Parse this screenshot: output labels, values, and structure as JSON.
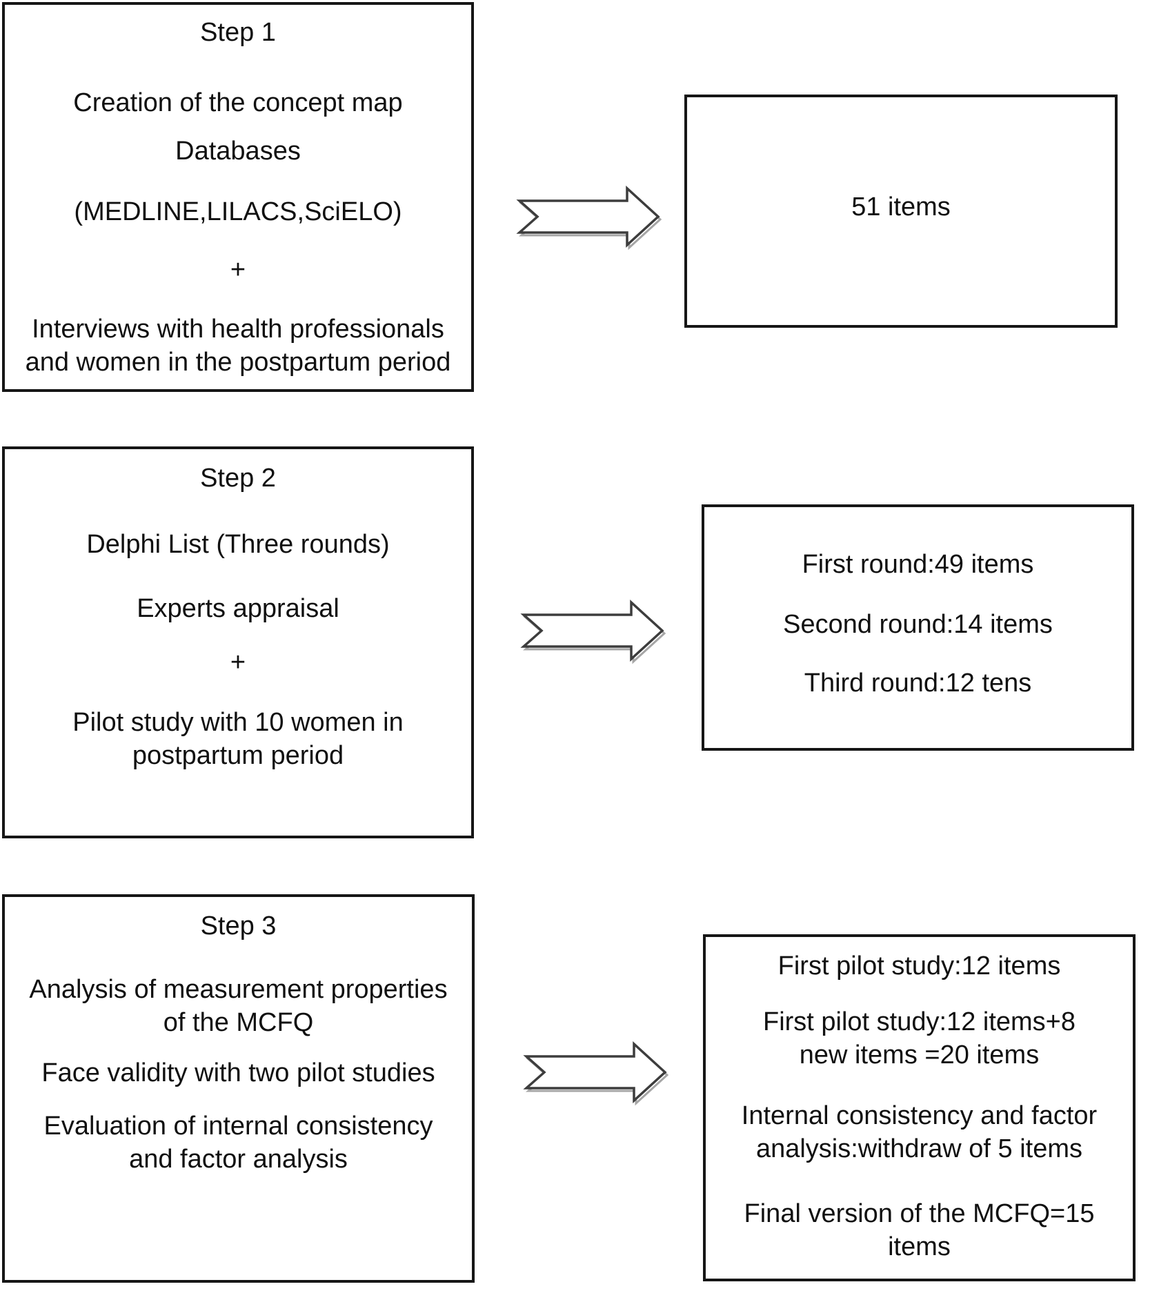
{
  "figure": {
    "background_color": "#ffffff",
    "box_border_color": "#161616",
    "text_color": "#101010",
    "arrow_icon": {
      "shape": "notched-right-arrow",
      "stroke_color": "#3d3d3d",
      "shadow_color": "#a6a6a6",
      "fill_color": "#ffffff"
    },
    "rows": [
      {
        "left": {
          "title": "Step 1",
          "paragraphs": [
            [
              "Creation of the concept map"
            ],
            [
              "Databases"
            ],
            [
              "(MEDLINE,LILACS,SciELO)"
            ],
            [
              "+"
            ],
            [
              "Interviews with health professionals",
              "and women in the postpartum period"
            ]
          ]
        },
        "right": {
          "paragraphs": [
            [
              "51 items"
            ]
          ]
        }
      },
      {
        "left": {
          "title": "Step 2",
          "paragraphs": [
            [
              "Delphi List (Three rounds)"
            ],
            [
              "Experts appraisal"
            ],
            [
              "+"
            ],
            [
              "Pilot study with 10 women in",
              "postpartum period"
            ]
          ]
        },
        "right": {
          "paragraphs": [
            [
              "First round:49 items"
            ],
            [
              "Second round:14 items"
            ],
            [
              "Third round:12 tens"
            ]
          ]
        }
      },
      {
        "left": {
          "title": "Step 3",
          "paragraphs": [
            [
              "Analysis of measurement properties",
              "of the MCFQ"
            ],
            [
              "Face validity with two pilot studies"
            ],
            [
              "Evaluation of internal consistency",
              "and factor analysis"
            ]
          ]
        },
        "right": {
          "paragraphs": [
            [
              "First pilot study:12 items"
            ],
            [
              "First pilot study:12 items+8",
              "new items =20 items"
            ],
            [
              "Internal consistency and factor",
              "analysis:withdraw of 5 items"
            ],
            [
              "Final version of the MCFQ=15",
              "items"
            ]
          ]
        }
      }
    ]
  }
}
